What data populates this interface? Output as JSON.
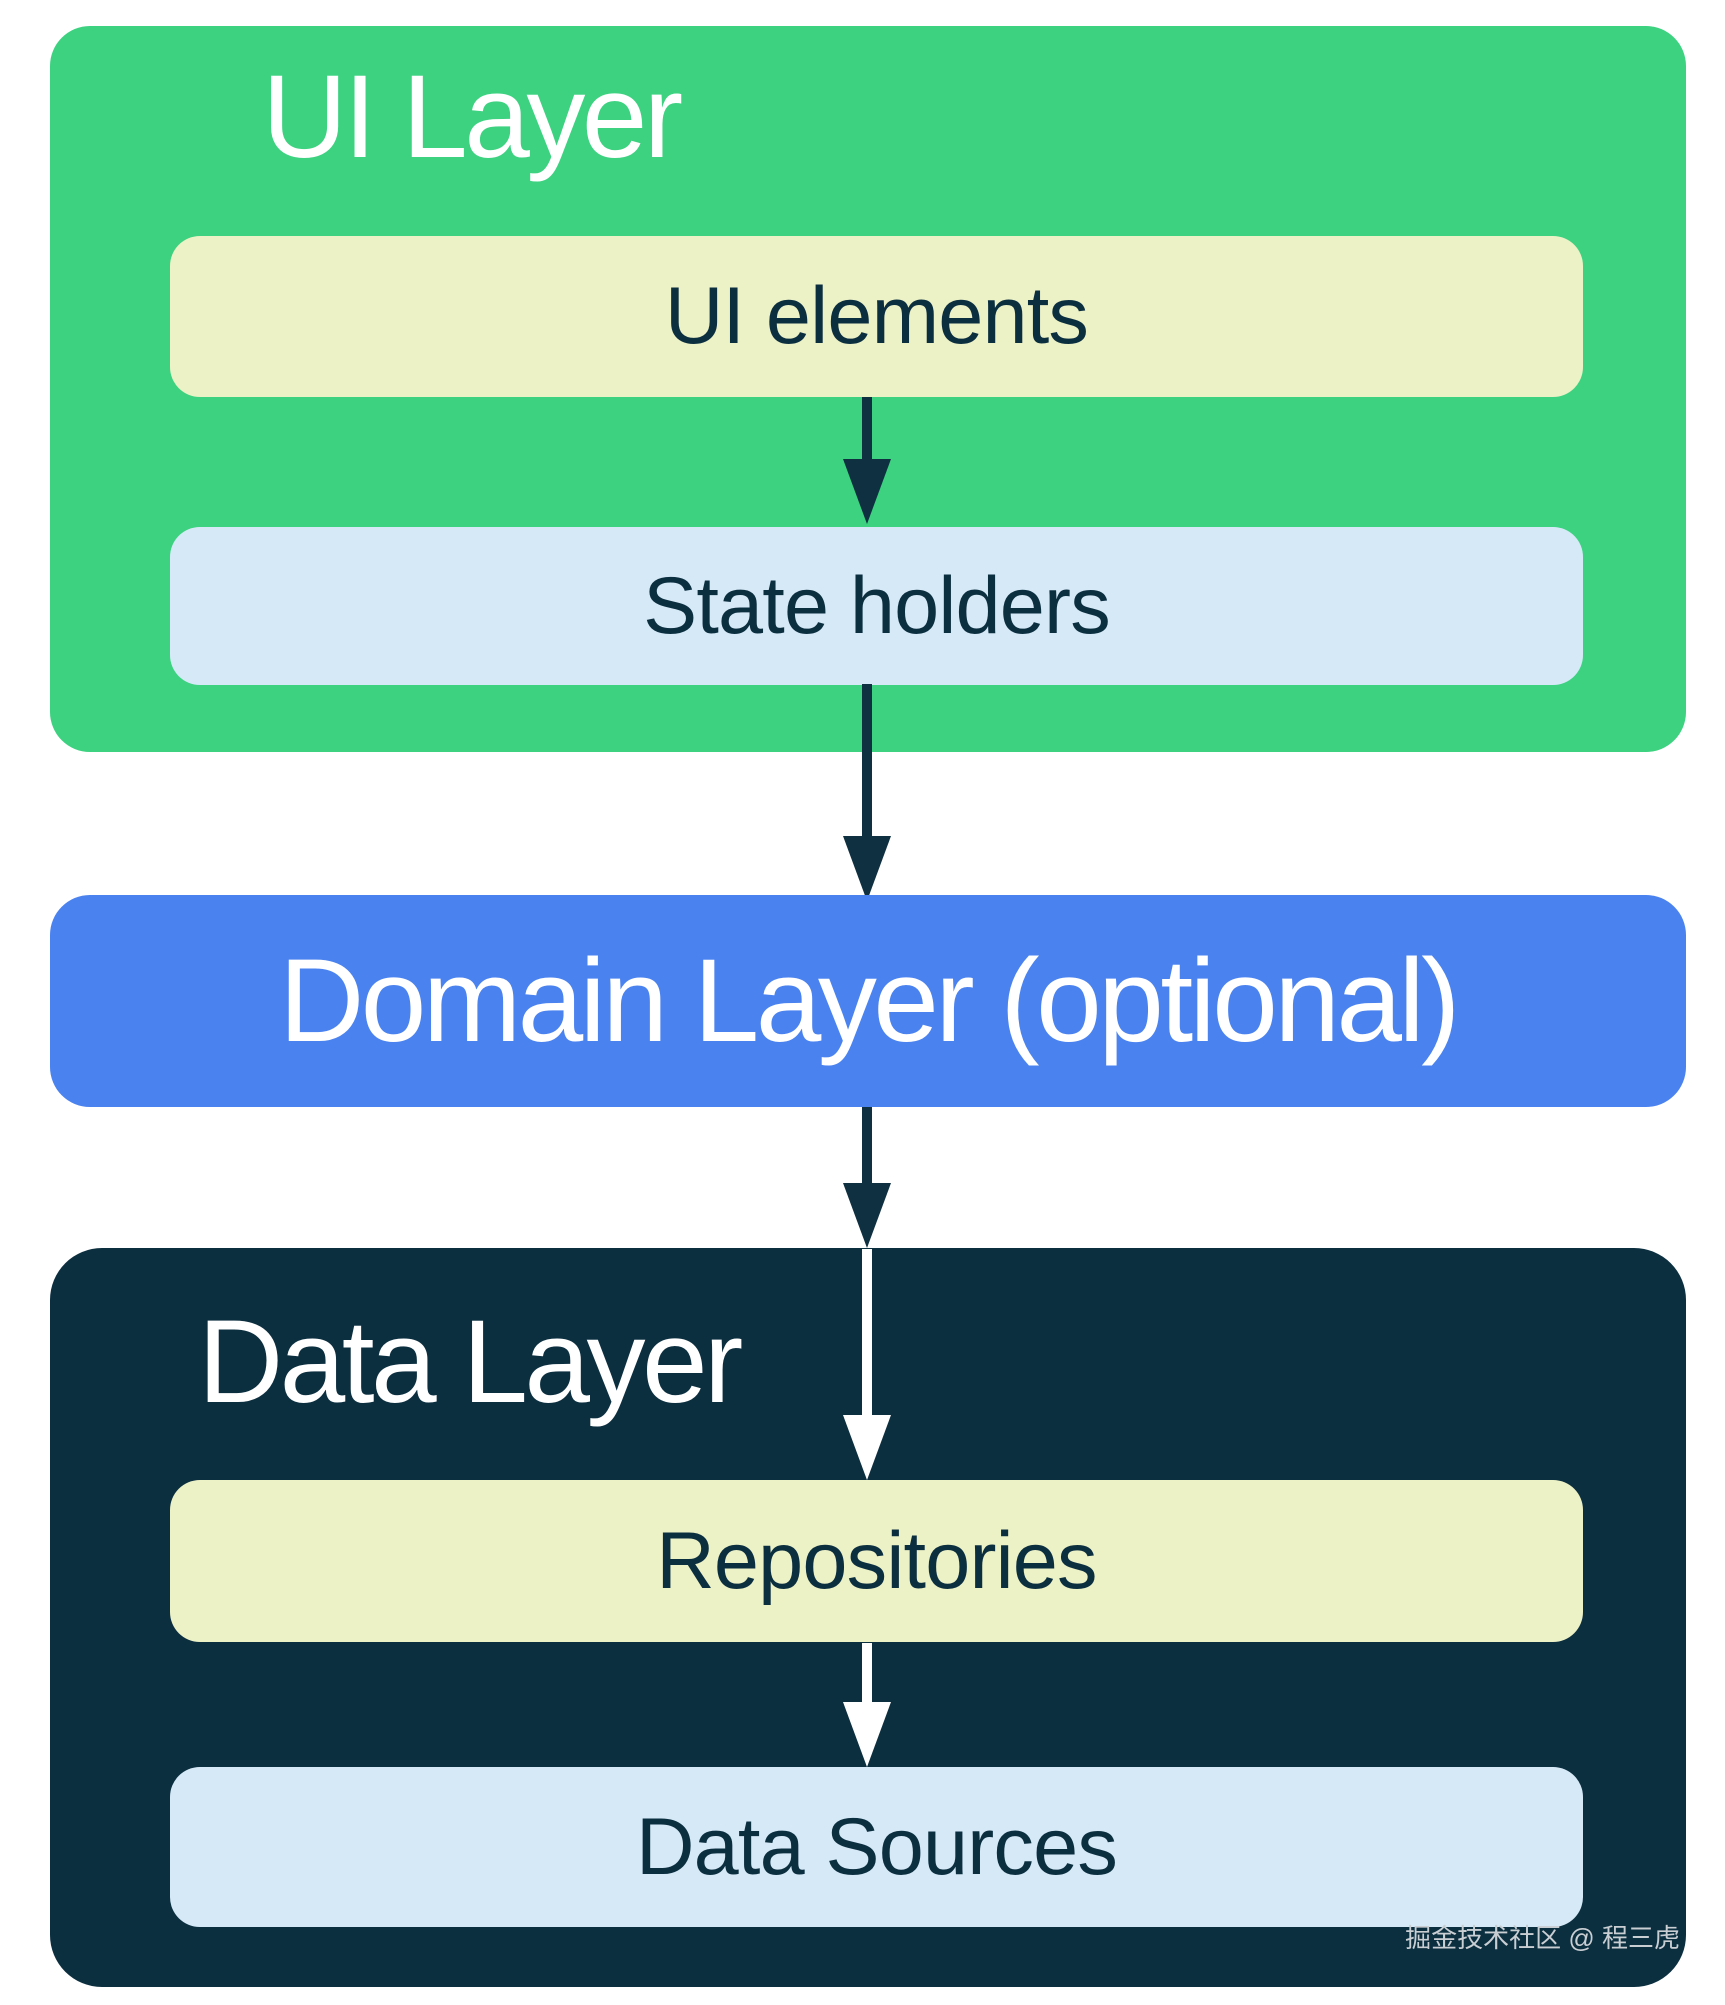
{
  "diagram": {
    "ui_layer": {
      "title": "UI Layer",
      "boxes": {
        "ui_elements": "UI elements",
        "state_holders": "State holders"
      }
    },
    "domain_layer": {
      "title": "Domain Layer (optional)"
    },
    "data_layer": {
      "title": "Data Layer",
      "boxes": {
        "repositories": "Repositories",
        "data_sources": "Data Sources"
      }
    },
    "watermark": "掘金技术社区 @ 程三虎"
  },
  "colors": {
    "green": "#3CD280",
    "blue": "#4A82F0",
    "navy": "#0C2F40",
    "cream": "#ECF1C6",
    "light_blue": "#D6E9F7",
    "arrow_navy": "#0F3040",
    "white": "#FFFFFF",
    "watermark_text": "#C9CED3"
  }
}
